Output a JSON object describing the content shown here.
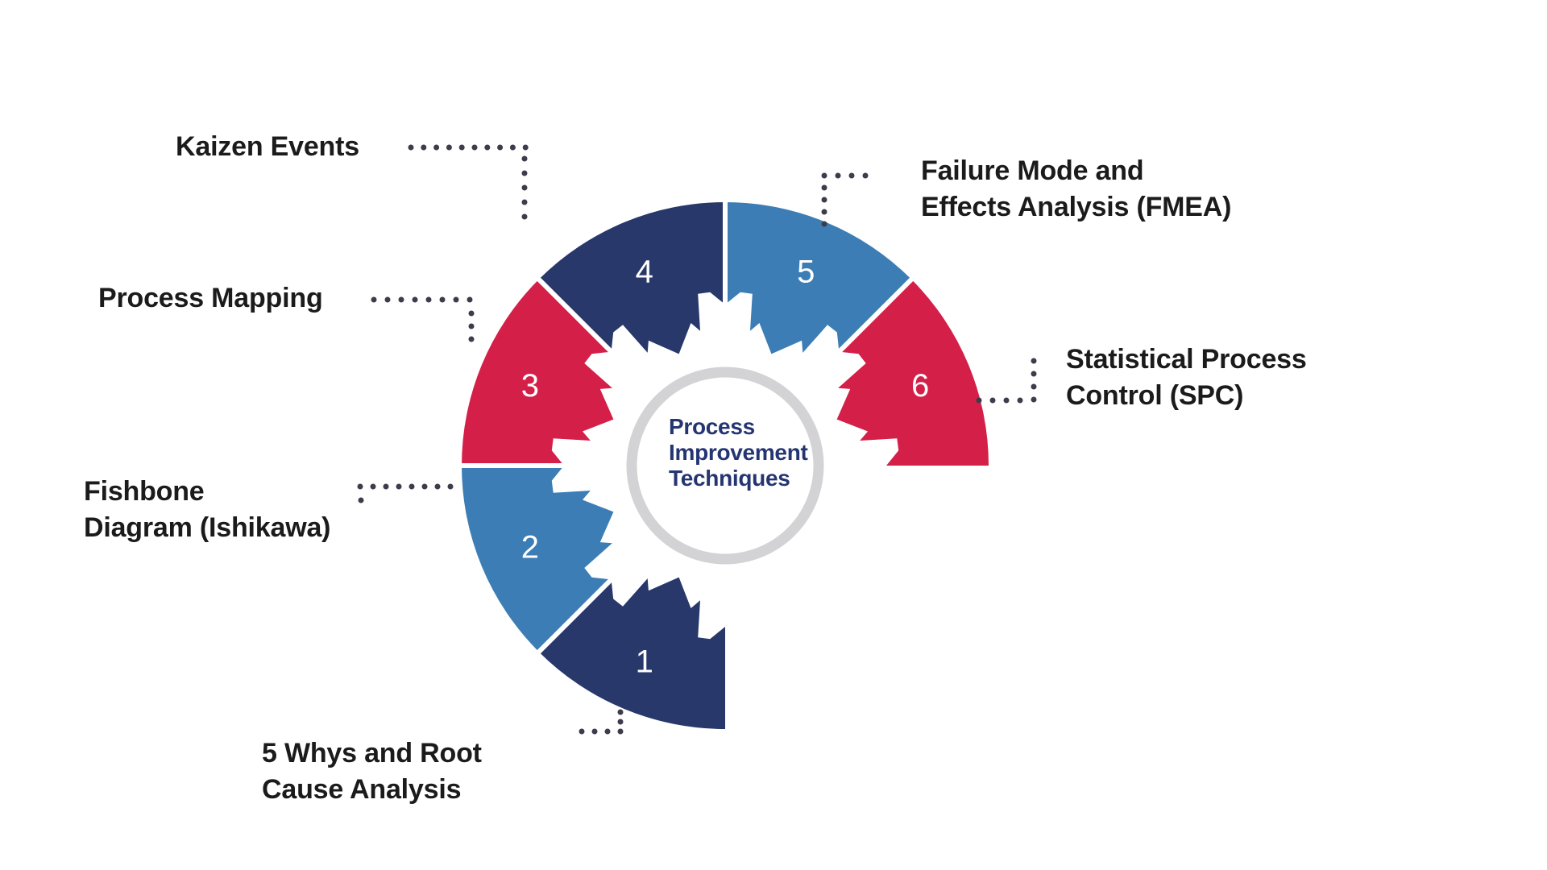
{
  "center": {
    "lines": [
      "Process",
      "Improvement",
      "Techniques"
    ]
  },
  "segments": [
    {
      "number": "1",
      "color_key": "navy",
      "label_lines": [
        "5 Whys and Root",
        "Cause Analysis"
      ]
    },
    {
      "number": "2",
      "color_key": "blue",
      "label_lines": [
        "Fishbone",
        "Diagram (Ishikawa)"
      ]
    },
    {
      "number": "3",
      "color_key": "red",
      "label_lines": [
        "Process Mapping"
      ]
    },
    {
      "number": "4",
      "color_key": "navy",
      "label_lines": [
        "Kaizen Events"
      ]
    },
    {
      "number": "5",
      "color_key": "blue",
      "label_lines": [
        "Failure Mode and",
        "Effects Analysis (FMEA)"
      ]
    },
    {
      "number": "6",
      "color_key": "red",
      "label_lines": [
        "Statistical Process",
        "Control (SPC)"
      ]
    }
  ],
  "colors": {
    "navy": "#28386b",
    "blue": "#3d7db6",
    "red": "#d42049",
    "ring": "#d3d3d5",
    "center_text": "#243572",
    "label_text": "#1b1b1b",
    "number_text": "#ffffff",
    "dot": "#3c3c4c",
    "background": "#ffffff"
  }
}
